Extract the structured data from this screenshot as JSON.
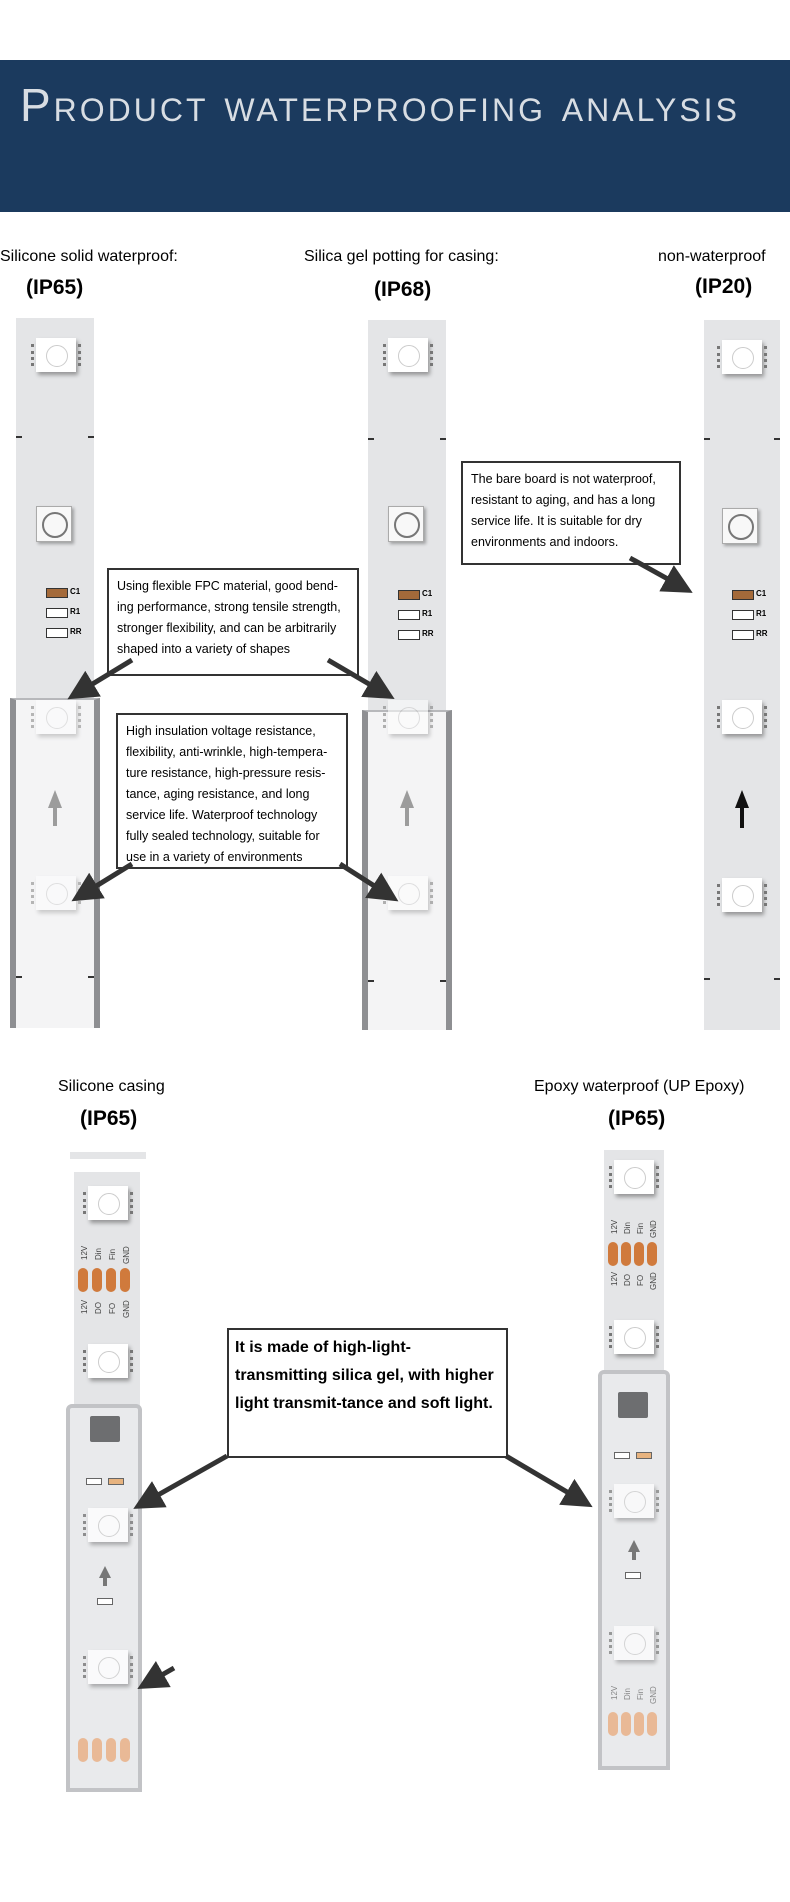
{
  "header": {
    "title": "Product waterproofing analysis"
  },
  "colors": {
    "banner": "#1b3a5e",
    "banner_text": "#d8dde3",
    "pad": "#d07a3c",
    "strip": "#e4e5e7",
    "arrow": "#333333"
  },
  "top_section": {
    "items": [
      {
        "label": "Silicone solid waterproof:",
        "rating": "(IP65)"
      },
      {
        "label": "Silica gel potting for casing:",
        "rating": "(IP68)"
      },
      {
        "label": "non-waterproof",
        "rating": "(IP20)"
      }
    ],
    "component_labels": {
      "c1": "C1",
      "r1": "R1",
      "rr": "RR"
    },
    "callouts": {
      "fpc": "Using flexible FPC material, good bend-ing performance, strong tensile strength, stronger flexibility, and can be arbitrarily shaped into a variety of shapes",
      "insulation": "High insulation voltage resistance, flexibility, anti-wrinkle, high-tempera-ture resistance, high-pressure resis-tance, aging resistance, and long service life. Waterproof technology fully sealed technology, suitable for use in a variety of environments",
      "bare": "The bare board is not waterproof, resistant to aging, and has a long service life. It is suitable for dry environments and indoors."
    }
  },
  "bottom_section": {
    "items": [
      {
        "label": "Silicone casing",
        "rating": "(IP65)"
      },
      {
        "label": "Epoxy waterproof (UP Epoxy)",
        "rating": "(IP65)"
      }
    ],
    "pin_labels_top": [
      "12V",
      "Din",
      "Fin",
      "GND"
    ],
    "pin_labels_bottom": [
      "12V",
      "DO",
      "FO",
      "GND"
    ],
    "callout": "It is made of high-light-transmitting silica gel, with higher light transmit-tance and soft light."
  }
}
